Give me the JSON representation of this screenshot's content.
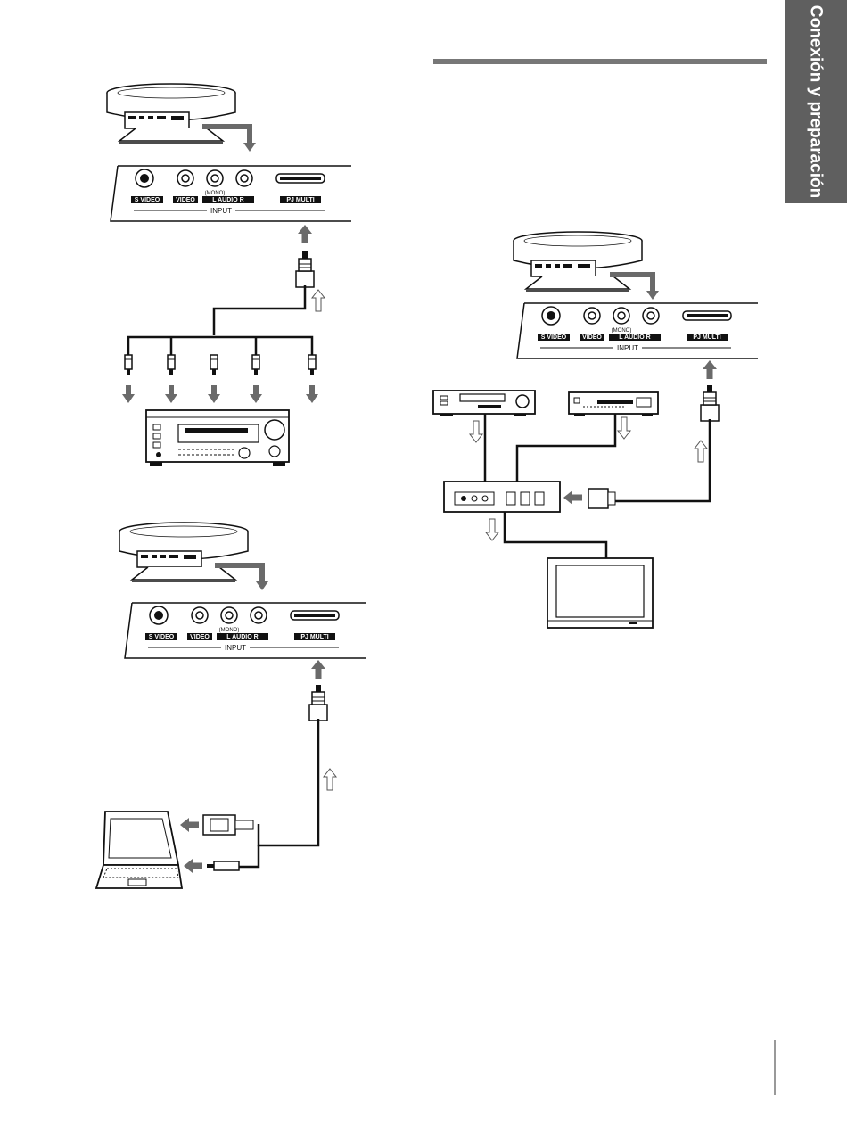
{
  "side_tab": {
    "title": "Conexión y preparación"
  },
  "panels": {
    "s_video": "S VIDEO",
    "video": "VIDEO",
    "mono": "(MONO)",
    "audio": "L AUDIO R",
    "pj_multi": "PJ MULTI",
    "input": "INPUT"
  },
  "colors": {
    "tab": "#5f5f5f",
    "arrow": "#6a6a6a",
    "line": "#111111"
  }
}
